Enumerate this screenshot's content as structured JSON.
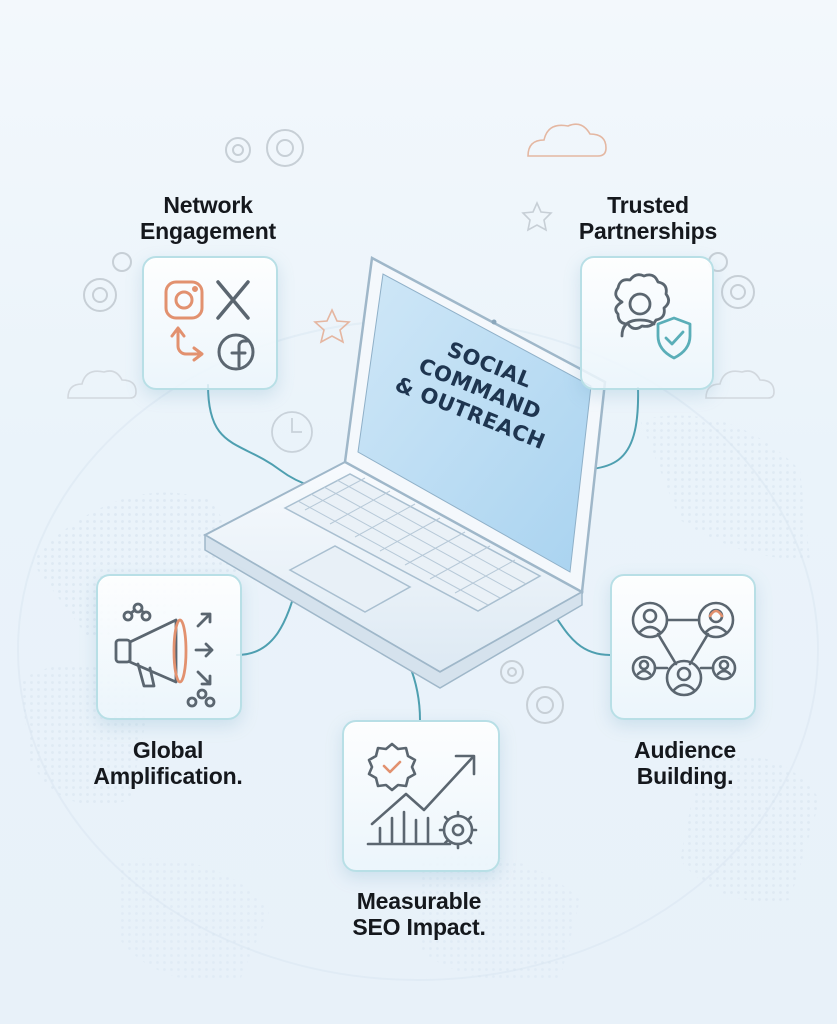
{
  "center": {
    "screen_lines": [
      "SOCIAL",
      "COMMAND",
      "& OUTREACH"
    ]
  },
  "nodes": [
    {
      "id": "network",
      "lines": [
        "Network",
        "Engagement"
      ],
      "icon": "social-media-icons"
    },
    {
      "id": "trusted",
      "lines": [
        "Trusted",
        "Partnerships"
      ],
      "icon": "shield-person-icon"
    },
    {
      "id": "global",
      "lines": [
        "Global",
        "Amplification."
      ],
      "icon": "megaphone-icon"
    },
    {
      "id": "audience",
      "lines": [
        "Audience",
        "Building."
      ],
      "icon": "audience-network-icon"
    },
    {
      "id": "seo",
      "lines": [
        "Measurable",
        "SEO Impact."
      ],
      "icon": "growth-chart-icon"
    }
  ],
  "colors": {
    "accent": "#5aaeb8",
    "line": "#4e9fb0",
    "card_border": "#b8dfe6",
    "icon_stroke": "#5b6670",
    "background": "#eef5fb"
  }
}
